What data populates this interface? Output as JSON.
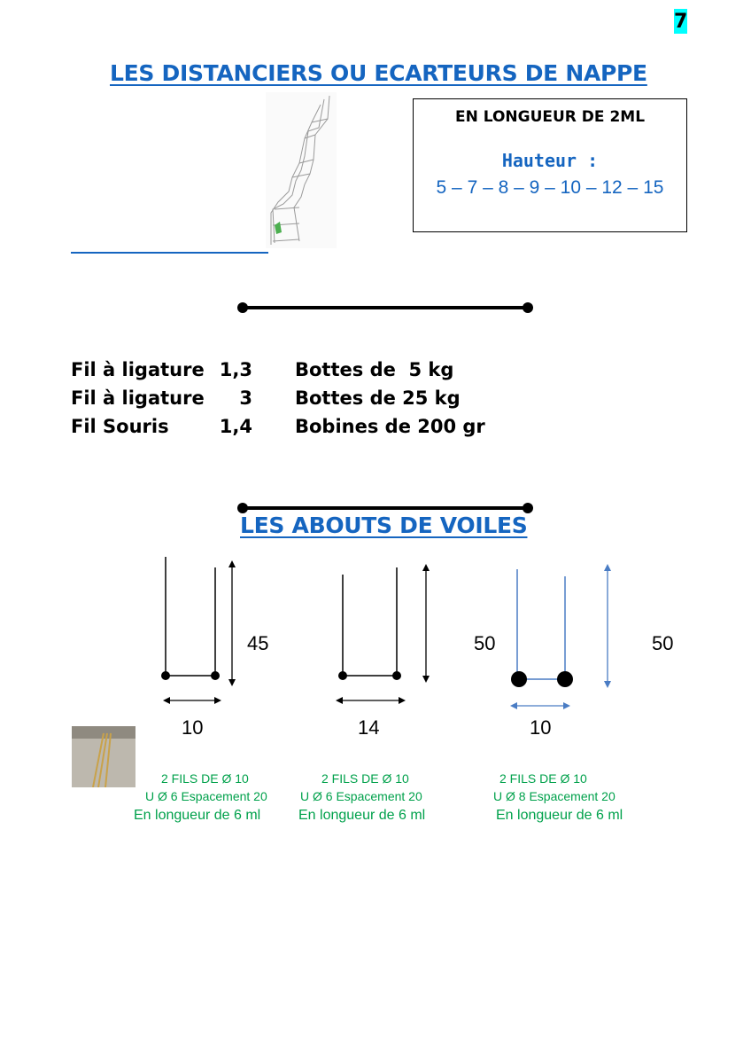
{
  "page_number": "7",
  "title": "LES DISTANCIERS OU ECARTEURS DE NAPPE",
  "spec_box": {
    "heading": "EN LONGUEUR DE 2ML",
    "label": "Hauteur :",
    "values": "5 – 7 – 8 – 9 – 10 – 12 – 15"
  },
  "products": [
    {
      "name": "Fil à ligature",
      "diameter": "1,3",
      "packaging": "Bottes de  5 kg"
    },
    {
      "name": "Fil à ligature",
      "diameter": "3",
      "packaging": "Bottes de 25 kg"
    },
    {
      "name": "Fil Souris",
      "diameter": "1,4",
      "packaging": "Bobines de 200 gr"
    }
  ],
  "section_title": "LES ABOUTS DE VOILES",
  "abouts": [
    {
      "height": "45",
      "width": "10",
      "line1": "2 FILS DE Ø 10",
      "line2": "U Ø 6 Espacement 20",
      "line3": "En longueur de 6 ml"
    },
    {
      "height": "50",
      "width": "14",
      "line1": "2 FILS DE Ø 10",
      "line2": "U Ø 6 Espacement 20",
      "line3": "En longueur de 6 ml"
    },
    {
      "height": "50",
      "width": "10",
      "line1": "2 FILS DE Ø 10",
      "line2": "U Ø 8 Espacement 20",
      "line3": "En longueur de 6 ml"
    }
  ],
  "colors": {
    "title_blue": "#1565c0",
    "caption_green": "#00a14b",
    "page_number_bg": "#00ffff"
  }
}
